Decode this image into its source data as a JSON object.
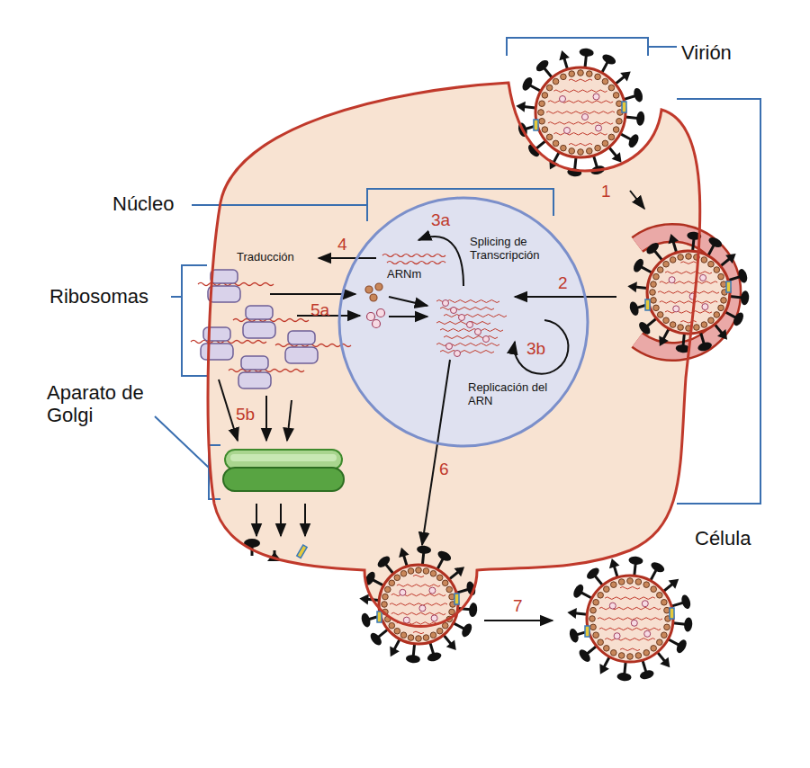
{
  "diagram": {
    "nodes": [
      {
        "text": [
          "Célula"
        ]
      },
      {
        "text": [
          "Núcleo",
          "Splicing de Transcripción",
          "ARNm",
          "Replicación del ARN"
        ],
        "in": 0
      }
    ],
    "labels": [
      "Virión",
      "1",
      "2",
      "Ribosomas",
      "Traducción",
      "4",
      "3a",
      "5a",
      "3b",
      "Aparato de Golgi",
      "5b",
      "6",
      "7"
    ]
  }
}
